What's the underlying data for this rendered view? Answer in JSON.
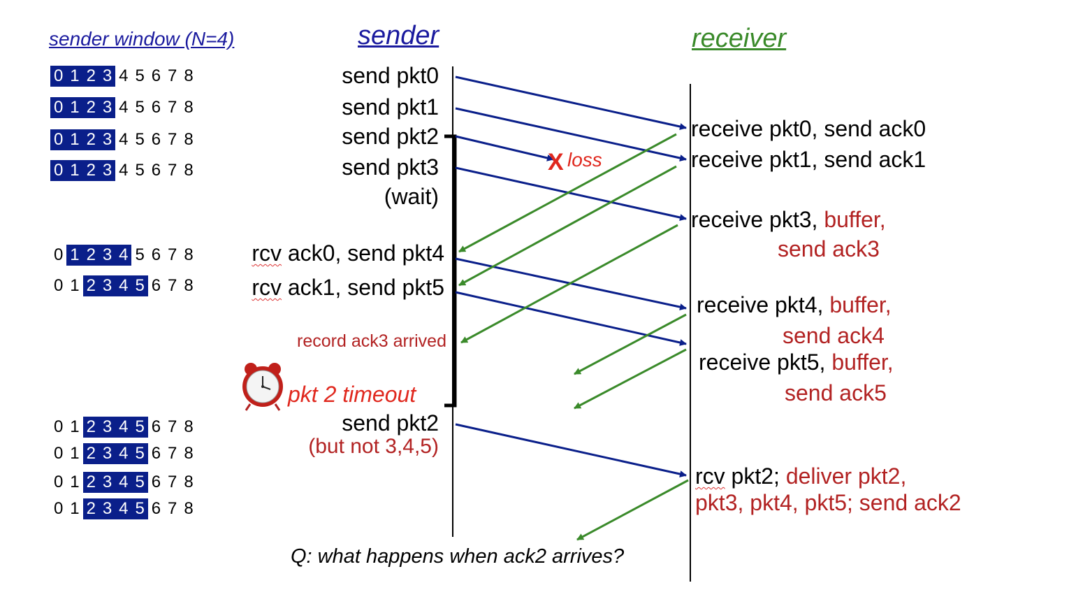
{
  "headers": {
    "sender": "sender",
    "receiver": "receiver",
    "window": "sender window (N=4)"
  },
  "window_rows": [
    {
      "digits": [
        "0",
        "1",
        "2",
        "3",
        "4",
        "5",
        "6",
        "7",
        "8"
      ],
      "window_start": 0,
      "window_size": 4
    },
    {
      "digits": [
        "0",
        "1",
        "2",
        "3",
        "4",
        "5",
        "6",
        "7",
        "8"
      ],
      "window_start": 0,
      "window_size": 4
    },
    {
      "digits": [
        "0",
        "1",
        "2",
        "3",
        "4",
        "5",
        "6",
        "7",
        "8"
      ],
      "window_start": 0,
      "window_size": 4
    },
    {
      "digits": [
        "0",
        "1",
        "2",
        "3",
        "4",
        "5",
        "6",
        "7",
        "8"
      ],
      "window_start": 0,
      "window_size": 4
    },
    {
      "digits": [
        "0",
        "1",
        "2",
        "3",
        "4",
        "5",
        "6",
        "7",
        "8"
      ],
      "window_start": 1,
      "window_size": 4
    },
    {
      "digits": [
        "0",
        "1",
        "2",
        "3",
        "4",
        "5",
        "6",
        "7",
        "8"
      ],
      "window_start": 2,
      "window_size": 4
    },
    {
      "digits": [
        "0",
        "1",
        "2",
        "3",
        "4",
        "5",
        "6",
        "7",
        "8"
      ],
      "window_start": 2,
      "window_size": 4
    },
    {
      "digits": [
        "0",
        "1",
        "2",
        "3",
        "4",
        "5",
        "6",
        "7",
        "8"
      ],
      "window_start": 2,
      "window_size": 4
    },
    {
      "digits": [
        "0",
        "1",
        "2",
        "3",
        "4",
        "5",
        "6",
        "7",
        "8"
      ],
      "window_start": 2,
      "window_size": 4
    },
    {
      "digits": [
        "0",
        "1",
        "2",
        "3",
        "4",
        "5",
        "6",
        "7",
        "8"
      ],
      "window_start": 2,
      "window_size": 4
    }
  ],
  "sender_events": {
    "send_pkt0": "send  pkt0",
    "send_pkt1": "send  pkt1",
    "send_pkt2": "send  pkt2",
    "send_pkt3": "send  pkt3",
    "wait": "(wait)",
    "rcv_ack0_word": "rcv",
    "rcv_ack0_rest": " ack0, send pkt4",
    "rcv_ack1_word": "rcv",
    "rcv_ack1_rest": " ack1, send pkt5",
    "record_ack3": "record ack3 arrived",
    "timeout": "pkt 2 timeout",
    "resend_pkt2": "send  pkt2",
    "but_not": "(but not 3,4,5)"
  },
  "loss": {
    "mark": "X",
    "label": "loss"
  },
  "receiver_events": {
    "r0": "receive pkt0, send ack0",
    "r1": "receive pkt1, send ack1",
    "r3_black": "receive pkt3, ",
    "r3_red": "buffer,",
    "r3_ack": "send ack3",
    "r4_black": "receive pkt4, ",
    "r4_red": "buffer,",
    "r4_ack": "send ack4",
    "r5_black": "receive pkt5, ",
    "r5_red": "buffer,",
    "r5_ack": "send ack5",
    "r2_word": "rcv",
    "r2_black": " pkt2; ",
    "r2_red": "deliver pkt2,",
    "r2_line2": "pkt3, pkt4, pkt5; send ack2"
  },
  "question": "Q: what happens when ack2 arrives?",
  "colors": {
    "data_arrow": "#0a1f8a",
    "ack_arrow": "#3a8a2a",
    "window_fill": "#0a1f8a",
    "accent_red": "#b22222",
    "timeout_red": "#e0281e"
  }
}
